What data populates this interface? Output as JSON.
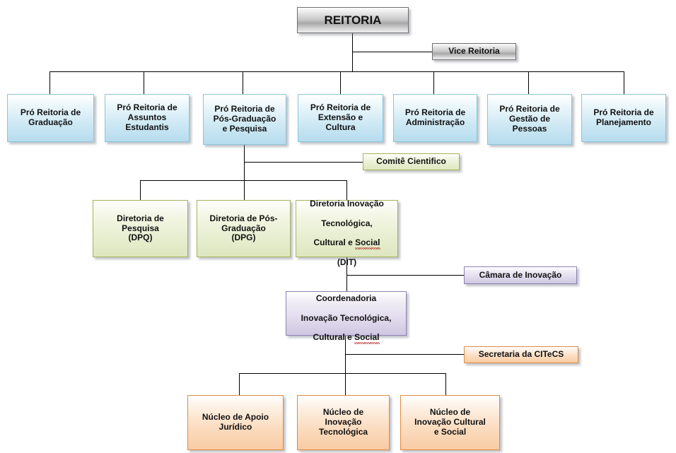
{
  "chart_title": "Organograma REITORIA",
  "colors": {
    "grey_border": "#6f6f6f",
    "blue_border": "#8cc5da",
    "green_border": "#a6b356",
    "purple_border": "#8d82b5",
    "orange_border": "#e08b3f",
    "line": "#000000",
    "text": "#111111"
  },
  "levels": {
    "root": {
      "label": "REITORIA"
    },
    "deputy": {
      "label": "Vice Reitoria"
    },
    "pro_reitorias": [
      {
        "label": "Pró Reitoria de\nGraduação"
      },
      {
        "label": "Pró Reitoria de\nAssuntos\nEstudantis"
      },
      {
        "label": "Pró Reitoria de\nPós-Graduação\ne Pesquisa"
      },
      {
        "label": "Pró Reitoria de\nExtensão e\nCultura"
      },
      {
        "label": "Pró Reitoria de\nAdministração"
      },
      {
        "label": "Pró Reitoria de\nGestão de\nPessoas"
      },
      {
        "label": "Pró Reitoria de\nPlanejamento"
      }
    ],
    "committee": {
      "label": "Comitê Cientifico"
    },
    "diretorias": [
      {
        "label": "Diretoria de\nPesquisa\n(DPQ)"
      },
      {
        "label": "Diretoria de Pós-\nGraduação\n(DPG)"
      },
      {
        "label": "Diretoria Inovação\nTecnológica,\nCultural e Social\n(DIT)",
        "misspelled_word": "Social"
      }
    ],
    "chamber": {
      "label": "Câmara de Inovação"
    },
    "coordination": {
      "label": "Coordenadoria\nInovação Tecnológica,\nCultural e Social",
      "misspelled_word": "Social"
    },
    "secretariat": {
      "label": "Secretaria da CITeCS"
    },
    "nucleos": [
      {
        "label": "Núcleo de Apoio\nJurídico"
      },
      {
        "label": "Núcleo de\nInovação\nTecnológica"
      },
      {
        "label": "Núcleo de\nInovação Cultural\ne Social"
      }
    ]
  }
}
